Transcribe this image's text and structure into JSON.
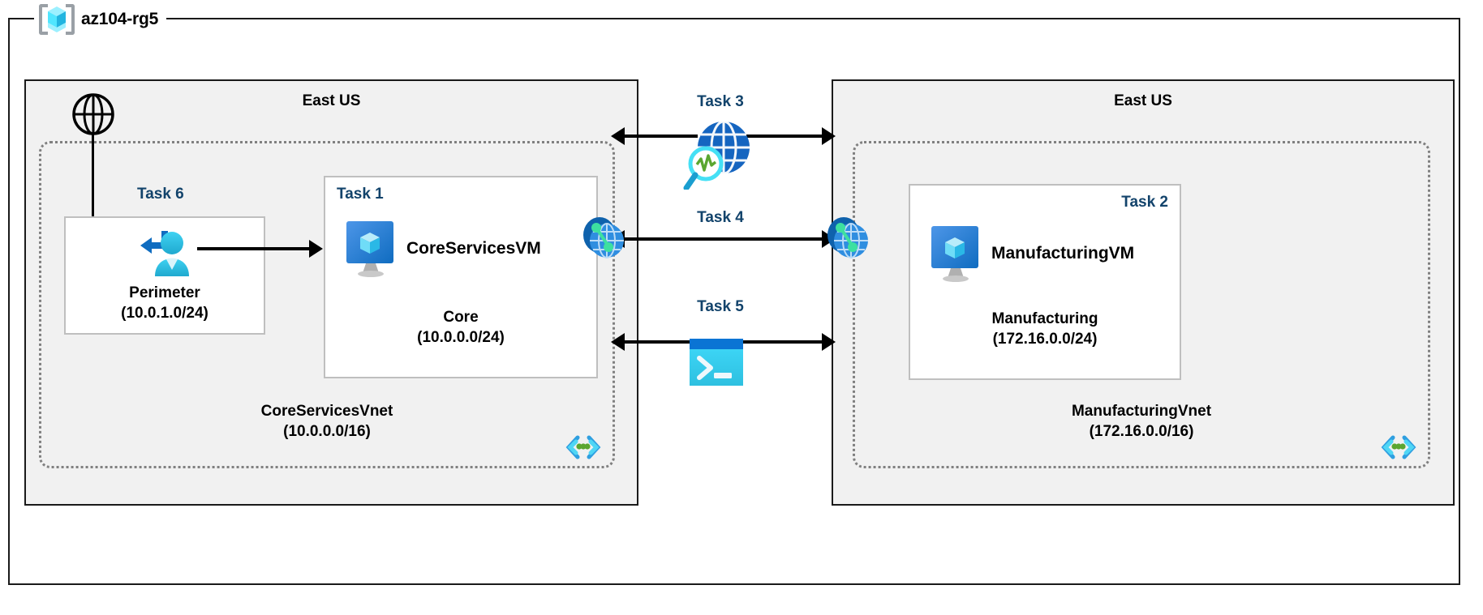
{
  "resource_group": {
    "name": "az104-rg5",
    "icon": "resource-group-cube-icon"
  },
  "regions": [
    {
      "id": "left",
      "title": "East US"
    },
    {
      "id": "right",
      "title": "East US"
    }
  ],
  "internet": {
    "icon": "globe-internet-icon"
  },
  "vnets": [
    {
      "id": "core",
      "name": "CoreServicesVnet",
      "cidr": "(10.0.0.0/16)",
      "marker_icon": "subnet-brackets-icon"
    },
    {
      "id": "manufacturing",
      "name": "ManufacturingVnet",
      "cidr": "(172.16.0.0/16)",
      "marker_icon": "subnet-brackets-icon"
    }
  ],
  "subnets": [
    {
      "id": "perimeter",
      "task": "Task 6",
      "name": "Perimeter",
      "cidr": "(10.0.1.0/24)",
      "icon": "user-inbound-icon"
    },
    {
      "id": "core",
      "task": "Task 1",
      "name": "Core",
      "cidr": "(10.0.0.0/24)",
      "vm": "CoreServicesVM",
      "icon": "virtual-machine-icon"
    },
    {
      "id": "manufacturing",
      "task": "Task 2",
      "name": "Manufacturing",
      "cidr": "(172.16.0.0/24)",
      "vm": "ManufacturingVM",
      "icon": "virtual-machine-icon"
    }
  ],
  "connections": [
    {
      "id": "task3",
      "label": "Task 3",
      "icon": "network-watcher-globe-icon"
    },
    {
      "id": "task4",
      "label": "Task 4",
      "icon": "vnet-peering-icon"
    },
    {
      "id": "task5",
      "label": "Task 5",
      "icon": "cloud-shell-terminal-icon"
    }
  ],
  "peering_endpoints": [
    {
      "id": "core-peer",
      "icon": "vnet-peering-icon"
    },
    {
      "id": "manu-peer",
      "icon": "vnet-peering-icon"
    }
  ],
  "colors": {
    "task_label": "#12436b",
    "region_fill": "#f1f1f1",
    "region_border": "#1a1a1a",
    "vnet_border": "#808080",
    "subnet_border": "#bfbfbf",
    "azure_blue": "#0078d4",
    "cyan": "#32c8f0",
    "green_dot": "#5ac18e",
    "line": "#000000"
  }
}
